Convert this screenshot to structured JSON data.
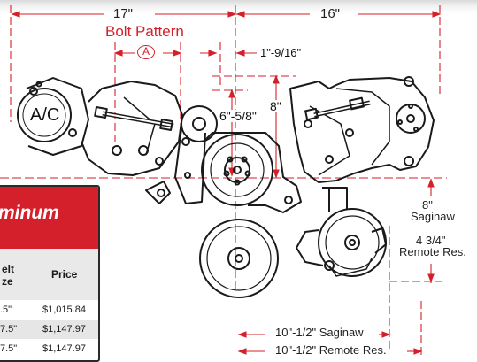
{
  "dimensions": {
    "top_left": "17\"",
    "top_right": "16\"",
    "bolt_pattern": "Bolt Pattern",
    "bolt_marker": "A",
    "offset_1_9_16": "1\"-9/16\"",
    "height_6_5_8": "6\"-5/8\"",
    "height_8": "8\"",
    "saginaw_height_value": "8\"",
    "saginaw_height_label": "Saginaw",
    "remote_res_height_value": "4 3/4\"",
    "remote_res_height_label": "Remote Res.",
    "saginaw_width": "10\"-1/2\" Saginaw",
    "remote_res_width": "10\"-1/2\" Remote Res."
  },
  "components": {
    "ac_label": "A/C"
  },
  "price_table": {
    "title": "minum",
    "col_belt": "elt\nze",
    "col_price": "Price",
    "rows": [
      {
        "belt": ".5\"",
        "price": "$1,015.84"
      },
      {
        "belt": "7.5\"",
        "price": "$1,147.97"
      },
      {
        "belt": "7.5\"",
        "price": "$1,147.97"
      }
    ]
  },
  "colors": {
    "accent_red": "#d4202a",
    "line_dark": "#1a1a1a",
    "row_shade": "#e6e6e6"
  }
}
